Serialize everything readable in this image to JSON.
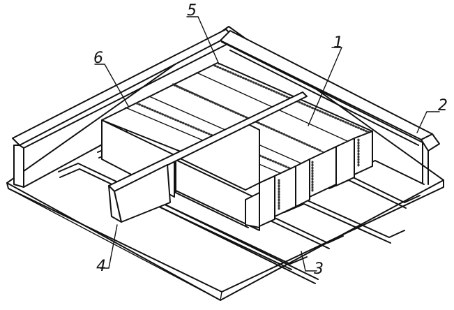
{
  "callouts": [
    {
      "id": "1",
      "text": "1"
    },
    {
      "id": "2",
      "text": "2"
    },
    {
      "id": "3",
      "text": "3"
    },
    {
      "id": "4",
      "text": "4"
    },
    {
      "id": "5",
      "text": "5"
    },
    {
      "id": "6",
      "text": "6"
    }
  ],
  "components": {
    "1": "insulation-block",
    "2": "edge-i-beam",
    "3": "stiffener-rib",
    "4": "vertical-rib-plate",
    "5": "sealant-seam",
    "6": "insulation-block-row-end"
  }
}
